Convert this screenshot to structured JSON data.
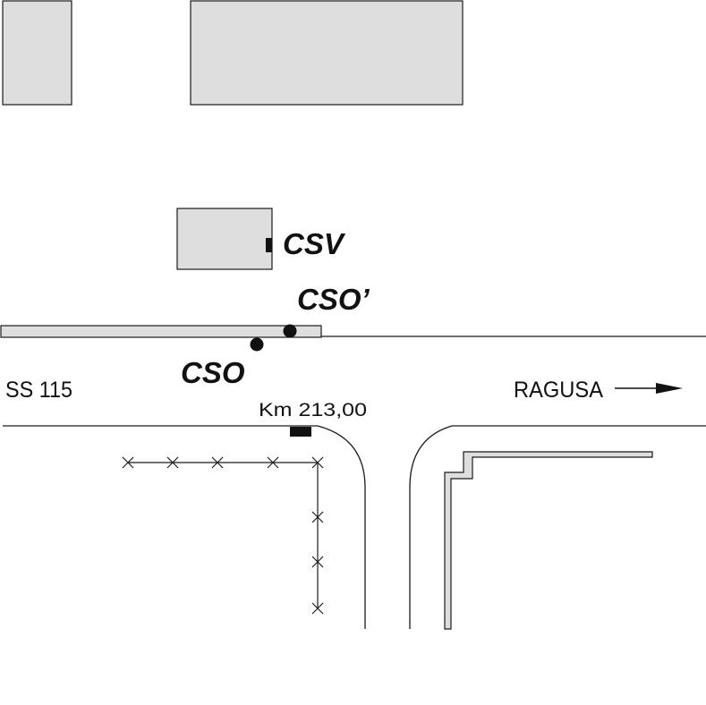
{
  "labels": {
    "csv": "CSV",
    "cso_prime": "CSO’",
    "cso": "CSO",
    "road": "SS 115",
    "destination": "RAGUSA",
    "kilometre": "Km 213,00"
  },
  "colors": {
    "building_fill": "#dedede",
    "stroke": "#1a1a1a",
    "marker": "#111111"
  }
}
